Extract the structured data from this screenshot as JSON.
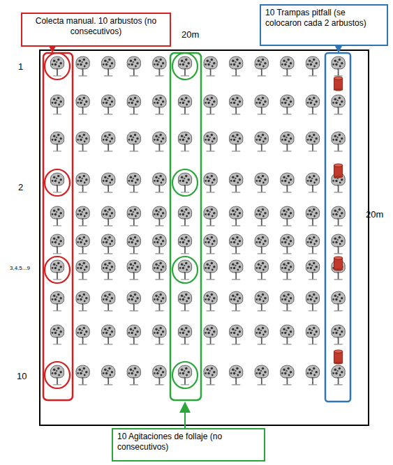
{
  "diagram": {
    "nodes": [
      {
        "text": [
          "Colecta manual. 10 arbustos (no consecutivos)"
        ]
      },
      {
        "text": [
          "10 Trampas pitfall (se colocaron cada 2 arbustos)"
        ]
      },
      {
        "text": [
          "10 Agitaciones de follaje (no consecutivos)"
        ]
      }
    ],
    "labels": [
      "20m",
      "20m",
      "1",
      "2",
      "3,4,5...9",
      "10"
    ]
  }
}
